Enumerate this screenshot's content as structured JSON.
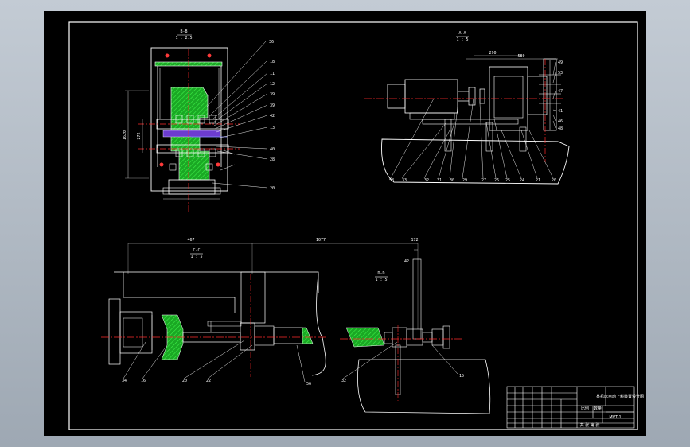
{
  "colors": {
    "outline": "#ffffff",
    "leader": "#ffffff",
    "centerline": "#ff2a2a",
    "hatch": "#2bd430",
    "hidden": "#7a7cff",
    "text": "#ffffff"
  },
  "views": {
    "top_left": {
      "title": "B-B",
      "scale": "1 : 2.5"
    },
    "top_right": {
      "title": "A-A",
      "scale": "1 : 5"
    },
    "bottom_left": {
      "title": "C-C",
      "scale": "1 : 5"
    },
    "bottom_right": {
      "title": "D-D",
      "scale": "1 : 5"
    }
  },
  "dims": {
    "d1": "467",
    "d2": "1077",
    "d3": "172",
    "d4": "42",
    "d5": "1620",
    "d6": "272",
    "d7": "290",
    "d8": "580"
  },
  "callouts": {
    "tl": [
      "36",
      "18",
      "11",
      "12",
      "39",
      "39",
      "42",
      "13",
      "40",
      "28",
      "20"
    ],
    "tr": [
      "49",
      "53",
      "47",
      "41",
      "46",
      "48",
      "58",
      "33",
      "32",
      "31",
      "30",
      "29",
      "27",
      "26",
      "25",
      "24",
      "21",
      "20"
    ],
    "bl": [
      "34",
      "16",
      "20",
      "22",
      "56"
    ],
    "br": [
      "32",
      "15"
    ]
  },
  "title_block": {
    "title": "某机床自动上料装置设计图",
    "drawing_no": "MVT-1",
    "sheet_info": "共  张  第  张",
    "scale_label": "比例",
    "qty_label": "数量"
  }
}
